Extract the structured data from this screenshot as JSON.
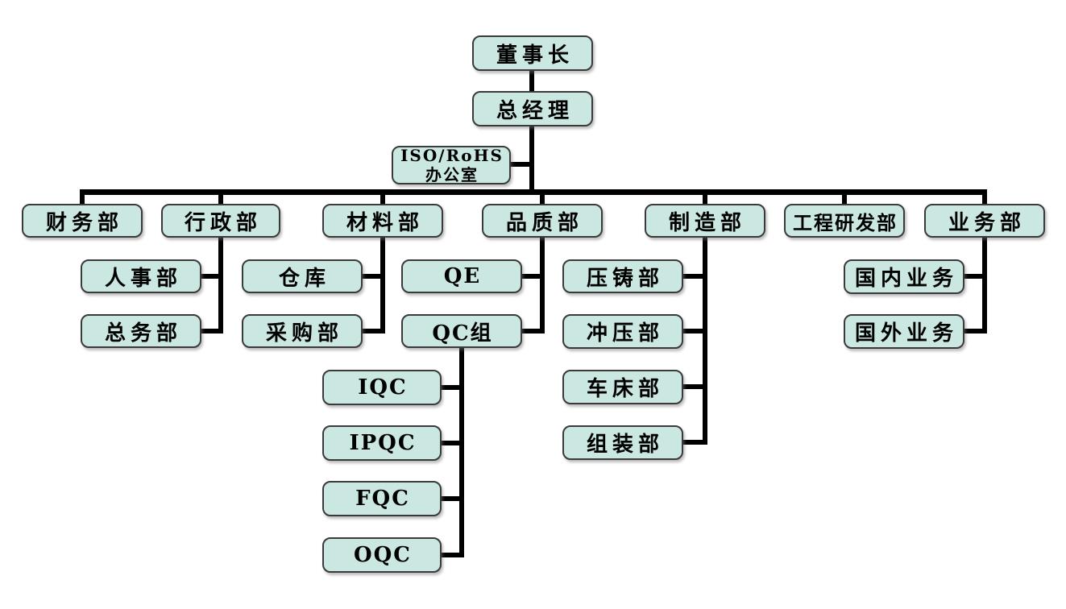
{
  "org": {
    "nodes": {
      "chairman": "董事长",
      "general_manager": "总经理",
      "iso_office_line1": "ISO/RoHS",
      "iso_office_line2": "办公室",
      "finance": "财务部",
      "admin": "行政部",
      "hr": "人事部",
      "general_affairs": "总务部",
      "materials": "材料部",
      "warehouse": "仓库",
      "purchasing": "采购部",
      "quality": "品质部",
      "qe": "QE",
      "qc_group": "QC组",
      "iqc": "IQC",
      "ipqc": "IPQC",
      "fqc": "FQC",
      "oqc": "OQC",
      "manufacturing": "制造部",
      "die_casting": "压铸部",
      "stamping": "冲压部",
      "lathe": "车床部",
      "assembly": "组装部",
      "engineering_rd": "工程研发部",
      "business": "业务部",
      "domestic_business": "国内业务",
      "overseas_business": "国外业务"
    },
    "edges": [
      [
        "chairman",
        "general_manager"
      ],
      [
        "general_manager",
        "iso_office"
      ],
      [
        "general_manager",
        "finance"
      ],
      [
        "general_manager",
        "admin"
      ],
      [
        "general_manager",
        "materials"
      ],
      [
        "general_manager",
        "quality"
      ],
      [
        "general_manager",
        "manufacturing"
      ],
      [
        "general_manager",
        "engineering_rd"
      ],
      [
        "general_manager",
        "business"
      ],
      [
        "admin",
        "hr"
      ],
      [
        "admin",
        "general_affairs"
      ],
      [
        "materials",
        "warehouse"
      ],
      [
        "materials",
        "purchasing"
      ],
      [
        "quality",
        "qe"
      ],
      [
        "quality",
        "qc_group"
      ],
      [
        "qc_group",
        "iqc"
      ],
      [
        "qc_group",
        "ipqc"
      ],
      [
        "qc_group",
        "fqc"
      ],
      [
        "qc_group",
        "oqc"
      ],
      [
        "manufacturing",
        "die_casting"
      ],
      [
        "manufacturing",
        "stamping"
      ],
      [
        "manufacturing",
        "lathe"
      ],
      [
        "manufacturing",
        "assembly"
      ],
      [
        "business",
        "domestic_business"
      ],
      [
        "business",
        "overseas_business"
      ]
    ],
    "colors": {
      "box_fill": "#cbe7e1",
      "box_border": "#3a3a3a",
      "connector": "#000000",
      "text": "#000000",
      "background": "#ffffff"
    }
  }
}
